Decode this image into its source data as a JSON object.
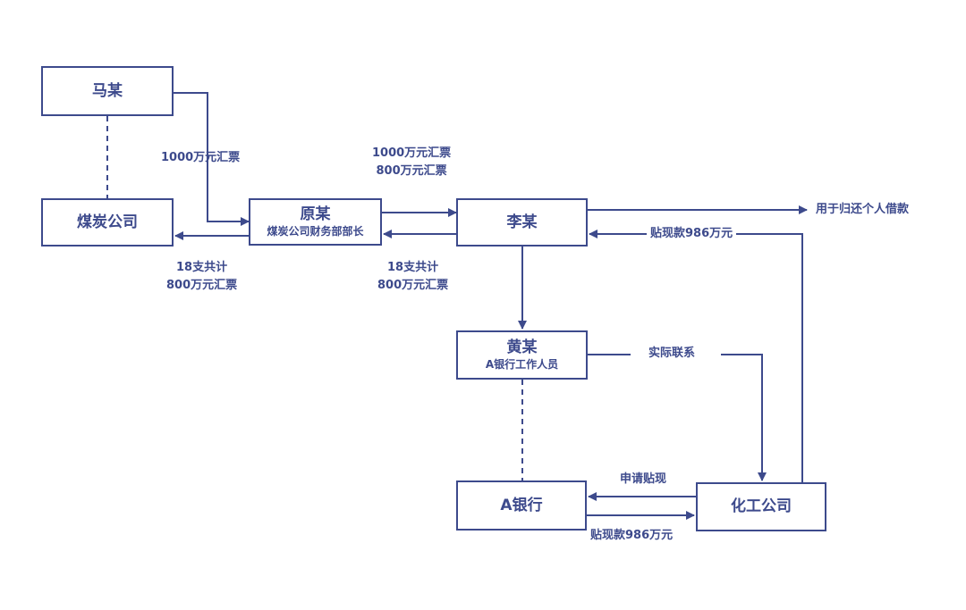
{
  "nodes": {
    "ma": {
      "name": "马某"
    },
    "coal": {
      "name": "煤炭公司"
    },
    "yuan": {
      "name": "原某",
      "title": "煤炭公司财务部部长"
    },
    "li": {
      "name": "李某"
    },
    "huang": {
      "name": "黄某",
      "title": "A银行工作人员"
    },
    "bank": {
      "name": "A银行"
    },
    "chem": {
      "name": "化工公司"
    }
  },
  "edges": {
    "ma_to_yuan": "1000万元汇票",
    "yuan_to_li": [
      "1000万元汇票",
      "800万元汇票"
    ],
    "li_to_yuan": [
      "18支共计",
      "800万元汇票"
    ],
    "yuan_to_coal": [
      "18支共计",
      "800万元汇票"
    ],
    "li_to_personal": "用于归还个人借款",
    "chem_to_li": "贴现款986万元",
    "huang_to_chem": "实际联系",
    "chem_to_bank": "申请贴现",
    "bank_to_chem": "贴现款986万元"
  },
  "colors": {
    "line": "#3d4a8c"
  }
}
